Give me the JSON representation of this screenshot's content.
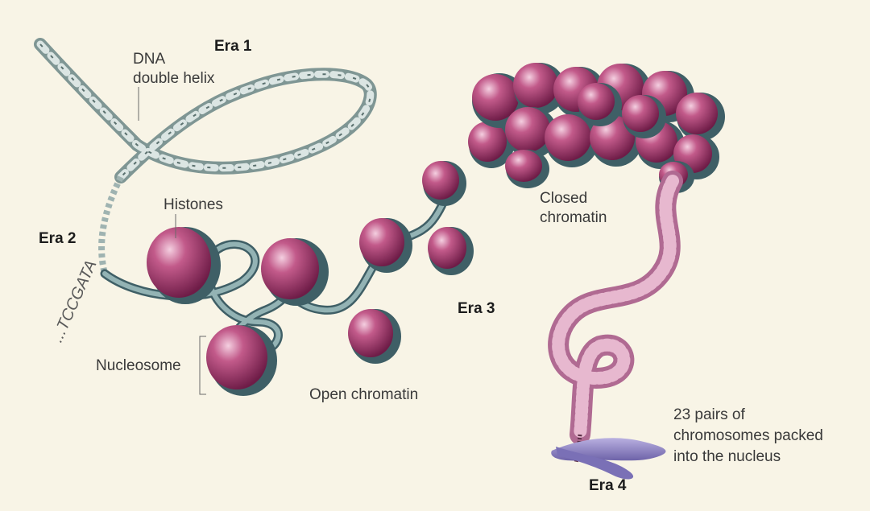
{
  "eras": {
    "era1": "Era 1",
    "era2": "Era 2",
    "era3": "Era 3",
    "era4": "Era 4"
  },
  "labels": {
    "dna_line1": "DNA",
    "dna_line2": "double helix",
    "histones": "Histones",
    "nucleosome": "Nucleosome",
    "open_chromatin": "Open chromatin",
    "closed_line1": "Closed",
    "closed_line2": "chromatin",
    "chromosomes_line1": "23 pairs of",
    "chromosomes_line2": "chromosomes packed",
    "chromosomes_line3": "into the nucleus",
    "sequence": "...TCCGATA"
  },
  "colors": {
    "background": "#f8f4e6",
    "histone": "#a8386a",
    "dna_strand": "#8fa5a3",
    "chromosome": "#8a7fc0"
  }
}
